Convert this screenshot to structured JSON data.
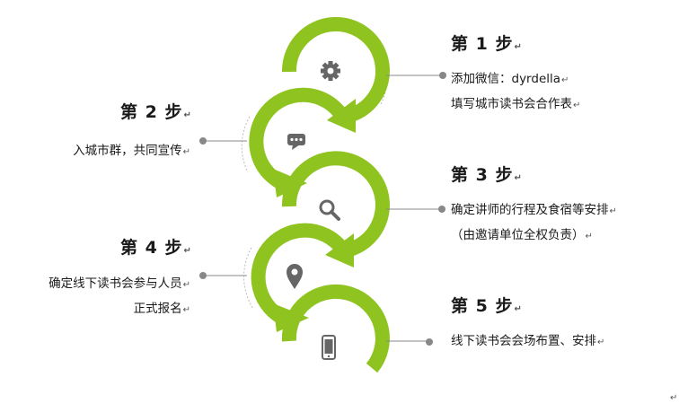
{
  "diagram": {
    "steps": [
      {
        "title": "第 1 步",
        "lines": [
          "添加微信：dyrdella",
          "填写城市读书会合作表"
        ],
        "icon": "gear-icon"
      },
      {
        "title": "第 2 步",
        "lines": [
          "入城市群，共同宣传"
        ],
        "icon": "chat-bubble-icon"
      },
      {
        "title": "第 3 步",
        "lines": [
          "确定讲师的行程及食宿等安排",
          "（由邀请单位全权负责）"
        ],
        "icon": "search-icon"
      },
      {
        "title": "第 4 步",
        "lines": [
          "确定线下读书会参与人员",
          "正式报名"
        ],
        "icon": "location-pin-icon"
      },
      {
        "title": "第 5 步",
        "lines": [
          "线下读书会会场布置、安排"
        ],
        "icon": "mobile-phone-icon"
      }
    ],
    "paragraph_mark": "↵",
    "colors": {
      "ring": "#8fc31f",
      "icon": "#666666",
      "connector": "#888888"
    }
  }
}
